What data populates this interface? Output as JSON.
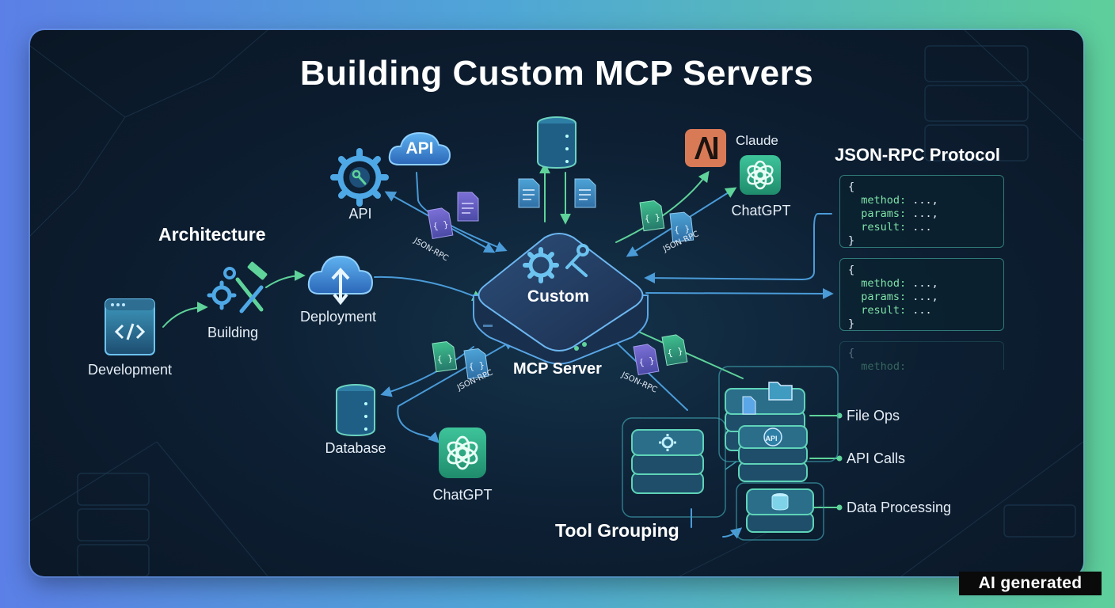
{
  "title": "Building Custom MCP Servers",
  "sections": {
    "architecture": "Architecture",
    "json_rpc": "JSON-RPC Protocol",
    "tool_grouping": "Tool Grouping"
  },
  "pipeline": {
    "development": "Development",
    "building": "Building",
    "deployment": "Deployment"
  },
  "server": {
    "name": "Custom",
    "caption": "MCP Server"
  },
  "clients": {
    "api_gear": "API",
    "api_cloud": "API",
    "claude": "Claude",
    "chatgpt_top": "ChatGPT",
    "database": "Database",
    "chatgpt_bottom": "ChatGPT",
    "chip_api": "API"
  },
  "json_rpc_tags": [
    "JSON-RPC",
    "JSON-RPC",
    "JSON-RPC",
    "JSON-RPC"
  ],
  "code_blocks": [
    {
      "open": "{",
      "method_key": "method:",
      "method_val": " ...,",
      "params_key": "params:",
      "params_val": " ...,",
      "result_key": "result:",
      "result_val": " ...",
      "close": "}"
    },
    {
      "open": "{",
      "method_key": "method:",
      "method_val": " ...,",
      "params_key": "params:",
      "params_val": " ...,",
      "result_key": "result:",
      "result_val": " ...",
      "close": "}"
    }
  ],
  "code_fade": {
    "open": "{",
    "method_key": "method:"
  },
  "tools": {
    "file_ops": "File Ops",
    "api_calls": "API Calls",
    "data_processing": "Data Processing"
  },
  "watermark": "AI generated",
  "colors": {
    "accent_blue": "#4a9bd8",
    "accent_green": "#5fd39a",
    "claude_orange": "#d97a57",
    "openai_green": "#2fae8a"
  }
}
